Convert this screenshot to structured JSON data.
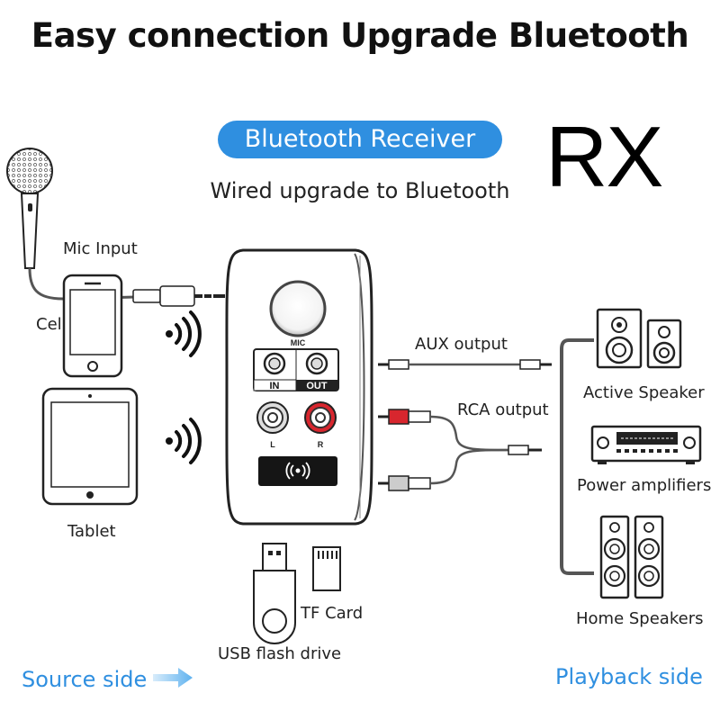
{
  "header": {
    "headline": "Easy connection  Upgrade Bluetooth",
    "badge": "Bluetooth Receiver",
    "subtitle": "Wired upgrade to Bluetooth",
    "mode": "RX"
  },
  "source": {
    "mic": "Mic Input",
    "phone": "Cell phone",
    "tablet": "Tablet",
    "usb": "USB flash drive",
    "tf": "TF Card",
    "side_label": "Source side"
  },
  "device": {
    "mic_label": "MIC",
    "in_label": "IN",
    "out_label": "OUT",
    "left_label": "L",
    "right_label": "R"
  },
  "outputs": {
    "aux": "AUX output",
    "rca": "RCA output"
  },
  "playback": {
    "active_speaker": "Active Speaker",
    "amplifier": "Power amplifiers",
    "home_speakers": "Home Speakers",
    "side_label": "Playback side"
  },
  "colors": {
    "accent": "#2f8fe0",
    "rca_red": "#d8262e"
  }
}
